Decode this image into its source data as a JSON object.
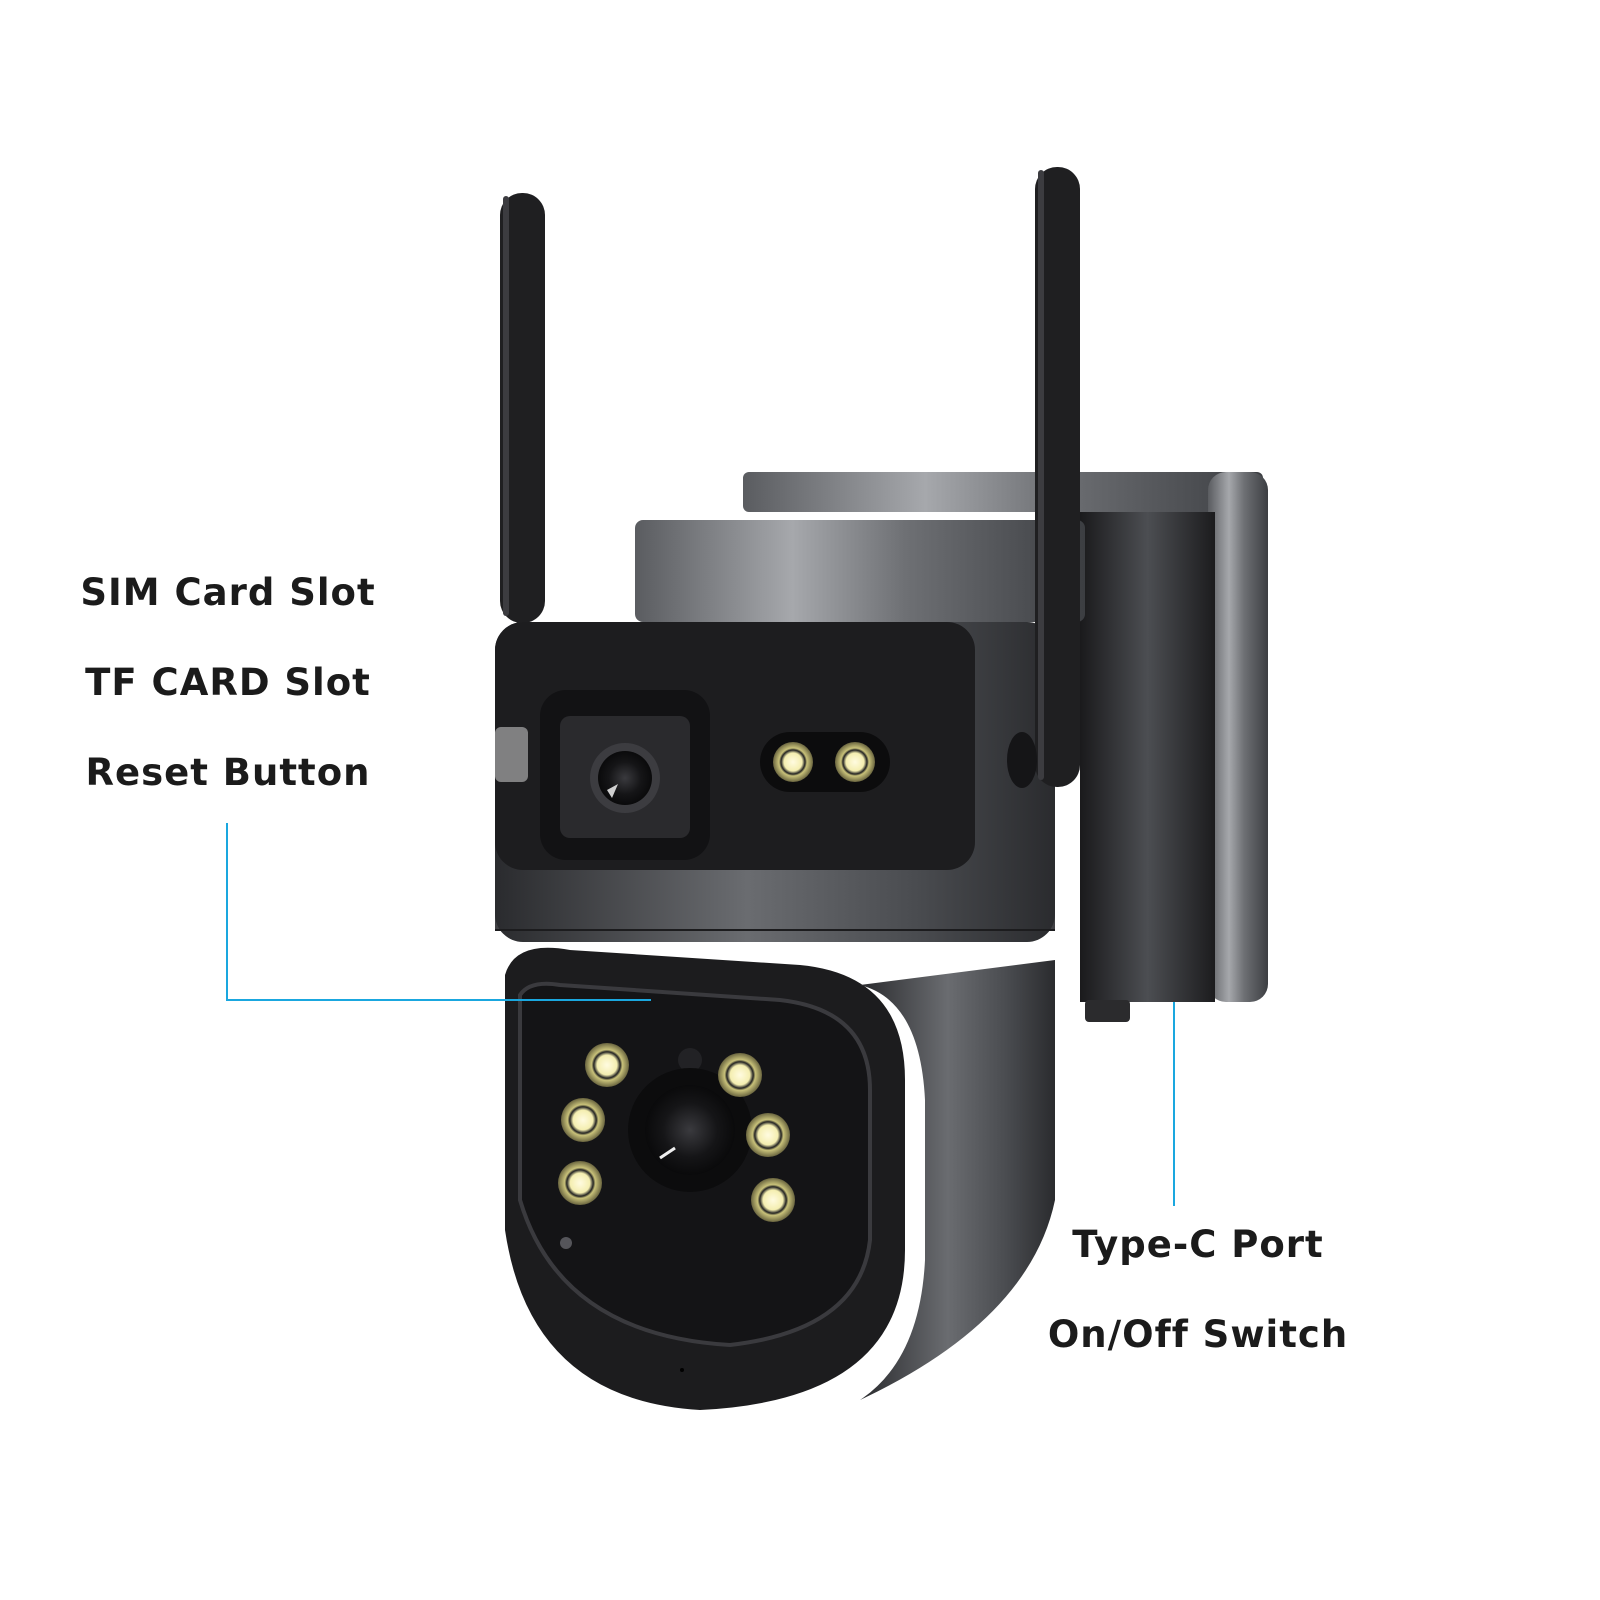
{
  "product": {
    "name": "dual-lens 4G PTZ security camera with solar bracket"
  },
  "callouts": {
    "left": {
      "labels": [
        "SIM Card Slot",
        "TF CARD Slot",
        "Reset Button"
      ],
      "line_color": "#1aa7df"
    },
    "right": {
      "labels": [
        "Type-C Port",
        "On/Off Switch"
      ],
      "line_color": "#1aa7df"
    }
  },
  "colors": {
    "body_dark": "#1e1e20",
    "body_grey": "#55575b",
    "metal_light": "#8a8c90",
    "led_yellow": "#f4eeb0",
    "callout_line": "#1aa7df"
  },
  "features": {
    "top_camera_leds": 2,
    "bottom_camera_leds": 6,
    "antennas": 2
  }
}
